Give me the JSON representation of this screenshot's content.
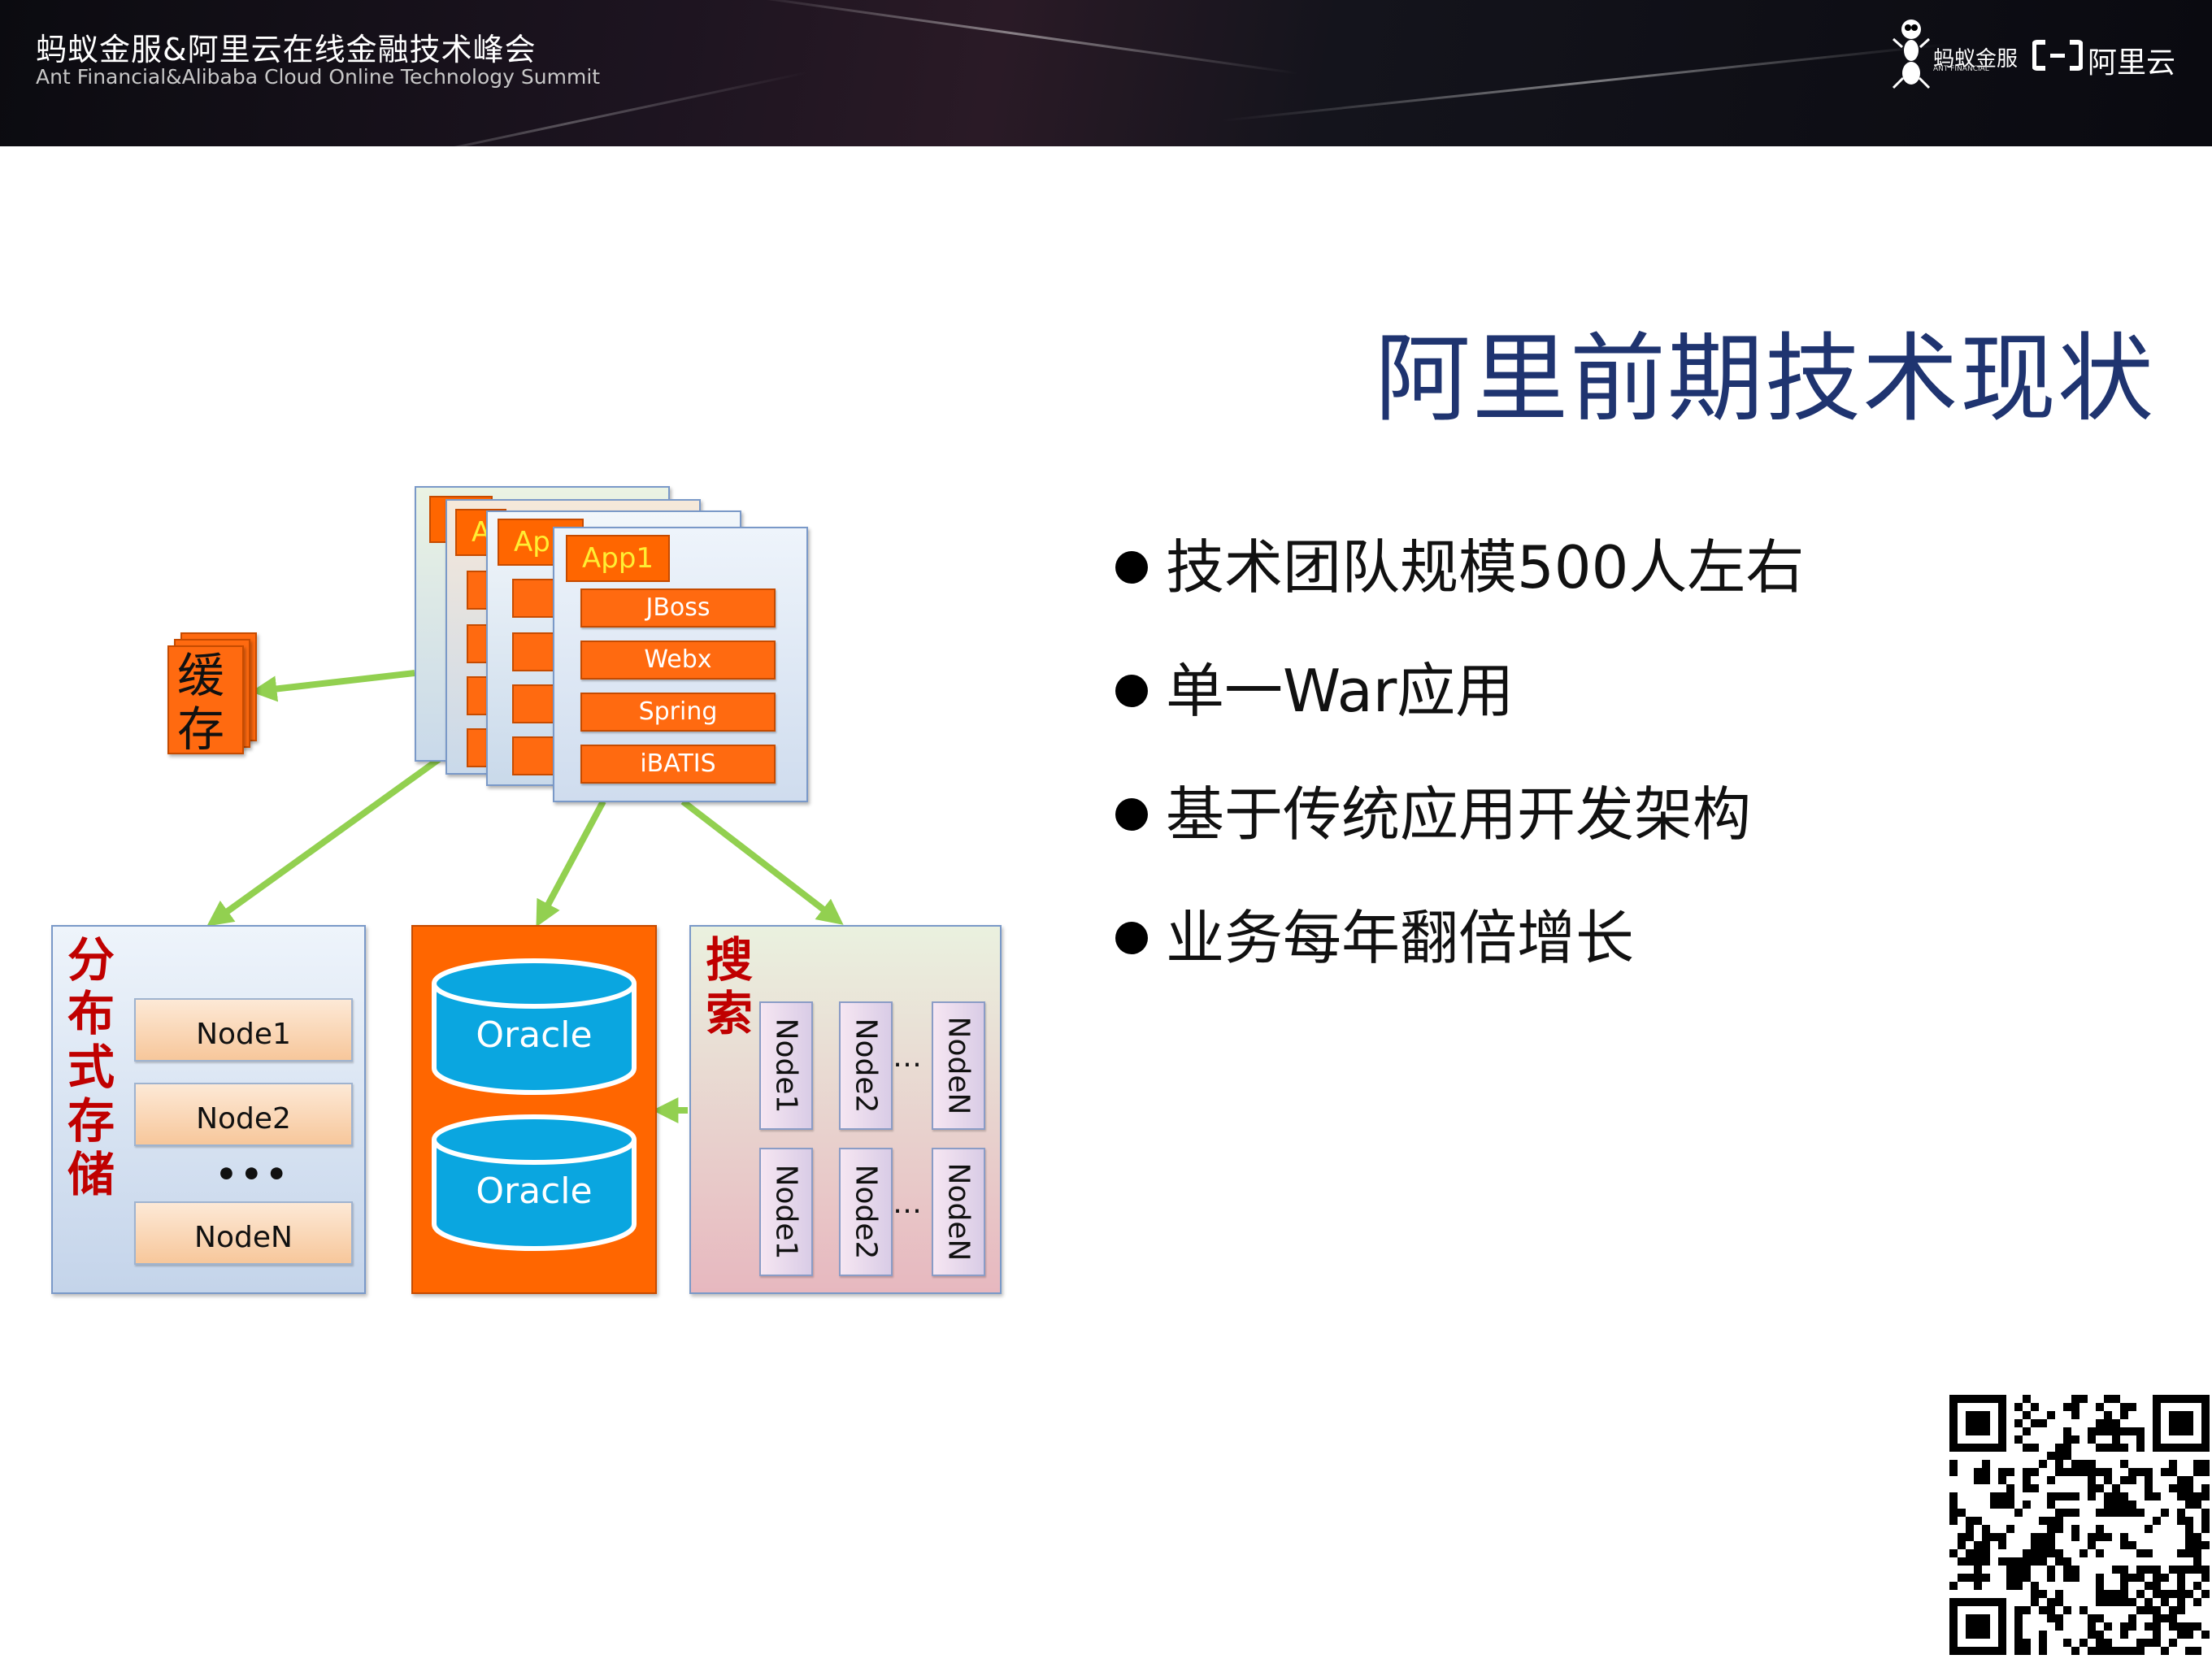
{
  "header": {
    "summit_cn": "蚂蚁金服&阿里云在线金融技术峰会",
    "summit_en": "Ant Financial&Alibaba Cloud Online Technology Summit",
    "logo_ant_cn": "蚂蚁金服",
    "logo_ant_en": "ANT FINANCIAL",
    "logo_aliyun": "阿里云"
  },
  "title": "阿里前期技术现状",
  "bullets": [
    "技术团队规模500人左右",
    "单一War应用",
    "基于传统应用开发架构",
    "业务每年翻倍增长"
  ],
  "diagram": {
    "app_tags": [
      "A",
      "App",
      "App1"
    ],
    "layers": [
      "JBoss",
      "Webx",
      "Spring",
      "iBATIS"
    ],
    "cache_label": "缓\n存",
    "storage_label": "分\n布\n式\n存\n储",
    "storage_nodes": [
      "Node1",
      "Node2",
      "NodeN"
    ],
    "storage_ellipsis": "•••",
    "oracle_labels": [
      "Oracle",
      "Oracle"
    ],
    "search_label": "搜\n索",
    "search_nodes": [
      "Node1",
      "Node2",
      "NodeN"
    ],
    "search_ellipsis": "…"
  },
  "colors": {
    "title": "#1f3470",
    "orange": "#ff6600",
    "arrow_green": "#92d050",
    "label_red": "#c00000",
    "oracle_blue": "#0aa6e0"
  }
}
